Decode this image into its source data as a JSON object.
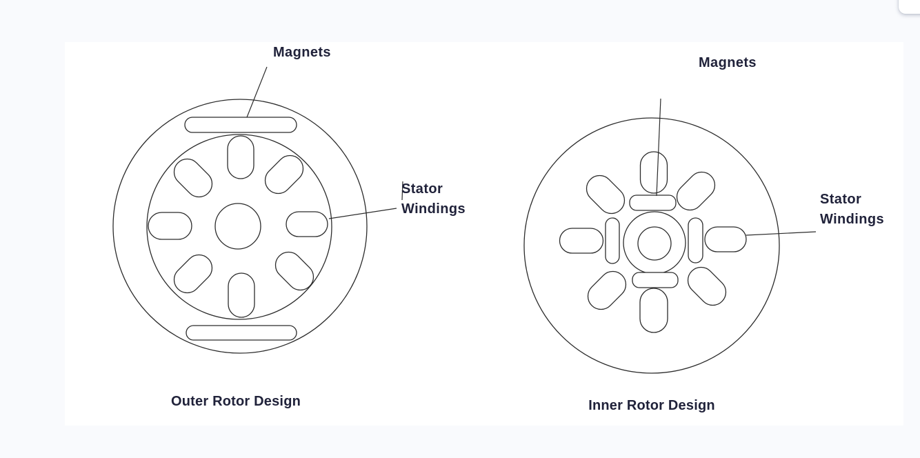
{
  "window": {
    "background_color": "#f9fafd",
    "panel_background": "#ffffff"
  },
  "colors": {
    "line_stroke": "#2b2b2b",
    "magnet_fill": "#0a0a0a",
    "label_text": "#20223a"
  },
  "figure": {
    "left_diagram": {
      "caption": "Outer Rotor Design",
      "labels": {
        "magnets": "Magnets",
        "stator_line1": "Stator",
        "stator_line2": "Windings"
      },
      "parts": {
        "windings_count": 8,
        "magnet_top_style": "outline",
        "magnet_bottom_style": "filled-black"
      }
    },
    "right_diagram": {
      "caption": "Inner Rotor Design",
      "labels": {
        "magnets": "Magnets",
        "stator_line1": "Stator",
        "stator_line2": "Windings"
      },
      "parts": {
        "windings_count": 8,
        "magnet_top_style": "filled-black",
        "magnet_bottom_style": "filled-black"
      }
    }
  }
}
